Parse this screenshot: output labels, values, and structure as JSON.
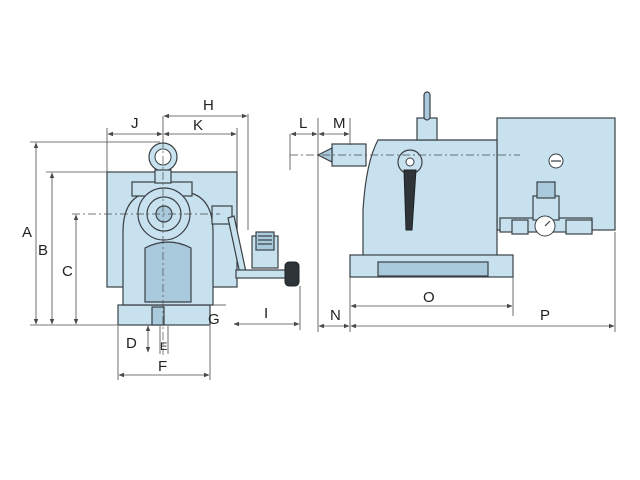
{
  "labels": {
    "A": "A",
    "B": "B",
    "C": "C",
    "D": "D",
    "E": "E",
    "F": "F",
    "G": "G",
    "H": "H",
    "I": "I",
    "J": "J",
    "K": "K",
    "L": "L",
    "M": "M",
    "N": "N",
    "O": "O",
    "P": "P"
  },
  "colors": {
    "body": "#c7e1ef",
    "line": "#3a3f44"
  }
}
